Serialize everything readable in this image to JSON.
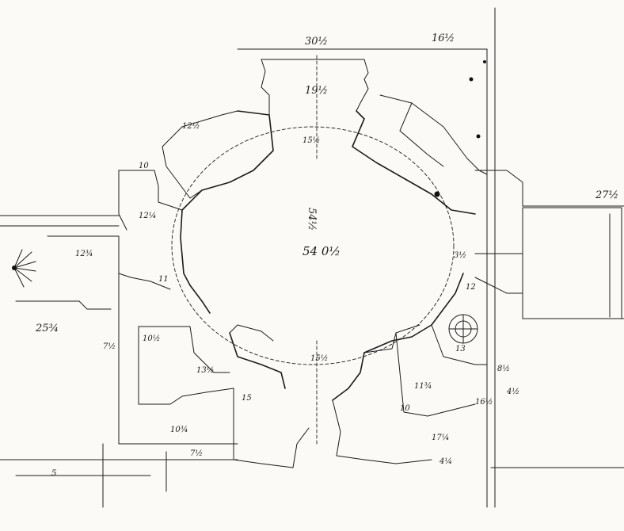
{
  "drawing": {
    "kind": "hand-drawn architectural floor plan sketch",
    "paper_color": "#fbfaf6",
    "ink_color": "#1c1c1c"
  },
  "dimensions": {
    "top_span": "30½",
    "top_right": "16½",
    "far_right": "27½",
    "center_width": "54 0½",
    "center_height": "54½",
    "top_inner": "19½",
    "north_throat": "15½",
    "south_throat": "15½",
    "upper_left_a": "12½",
    "upper_left_b": "10",
    "upper_left_c": "12¼",
    "left_room": "12¾",
    "left_small": "11",
    "left_wing": "25¾",
    "left_vertical": "7½",
    "lower_left_a": "10½",
    "lower_left_b": "13½",
    "lower_left_c": "10¾",
    "lower_mid": "15",
    "bottom_left": "5",
    "bottom_a": "7½",
    "bottom_b": "10",
    "bottom_right": "17¼",
    "bottom_right_b": "4¼",
    "right_a": "11¾",
    "right_b": "16½",
    "right_c": "4½",
    "right_d": "8½",
    "right_e": "12",
    "right_f": "3½",
    "stair_label": "13"
  }
}
